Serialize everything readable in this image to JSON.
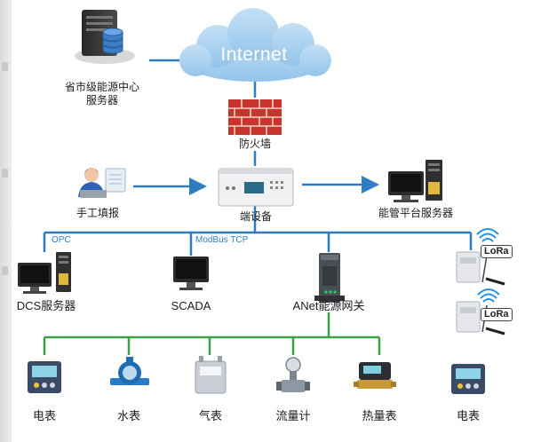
{
  "cloud": {
    "label": "Internet"
  },
  "nodes": {
    "province_server": {
      "label_line1": "省市级能源中心",
      "label_line2": "服务器"
    },
    "firewall": {
      "label": "防火墙"
    },
    "manual": {
      "label": "手工填报"
    },
    "end_device": {
      "label": "端设备"
    },
    "platform_server": {
      "label": "能管平台服务器"
    },
    "dcs": {
      "label": "DCS服务器"
    },
    "scada": {
      "label": "SCADA"
    },
    "anet": {
      "label": "ANet能源网关"
    }
  },
  "bus_labels": {
    "opc": "OPC",
    "modbus": "ModBus TCP"
  },
  "lora": {
    "label_1": "LoRa",
    "label_2": "LoRa"
  },
  "meters": [
    {
      "label": "电表",
      "icon": "electric-meter-icon"
    },
    {
      "label": "水表",
      "icon": "water-meter-icon"
    },
    {
      "label": "气表",
      "icon": "gas-meter-icon"
    },
    {
      "label": "流量计",
      "icon": "flow-meter-icon"
    },
    {
      "label": "热量表",
      "icon": "heat-meter-icon"
    },
    {
      "label": "电表",
      "icon": "electric-meter-icon"
    }
  ],
  "colors": {
    "blue_line": "#2e7dbf",
    "green_line": "#3aa04a",
    "cloud": "#aacfee",
    "firewall": "#c8352d"
  }
}
